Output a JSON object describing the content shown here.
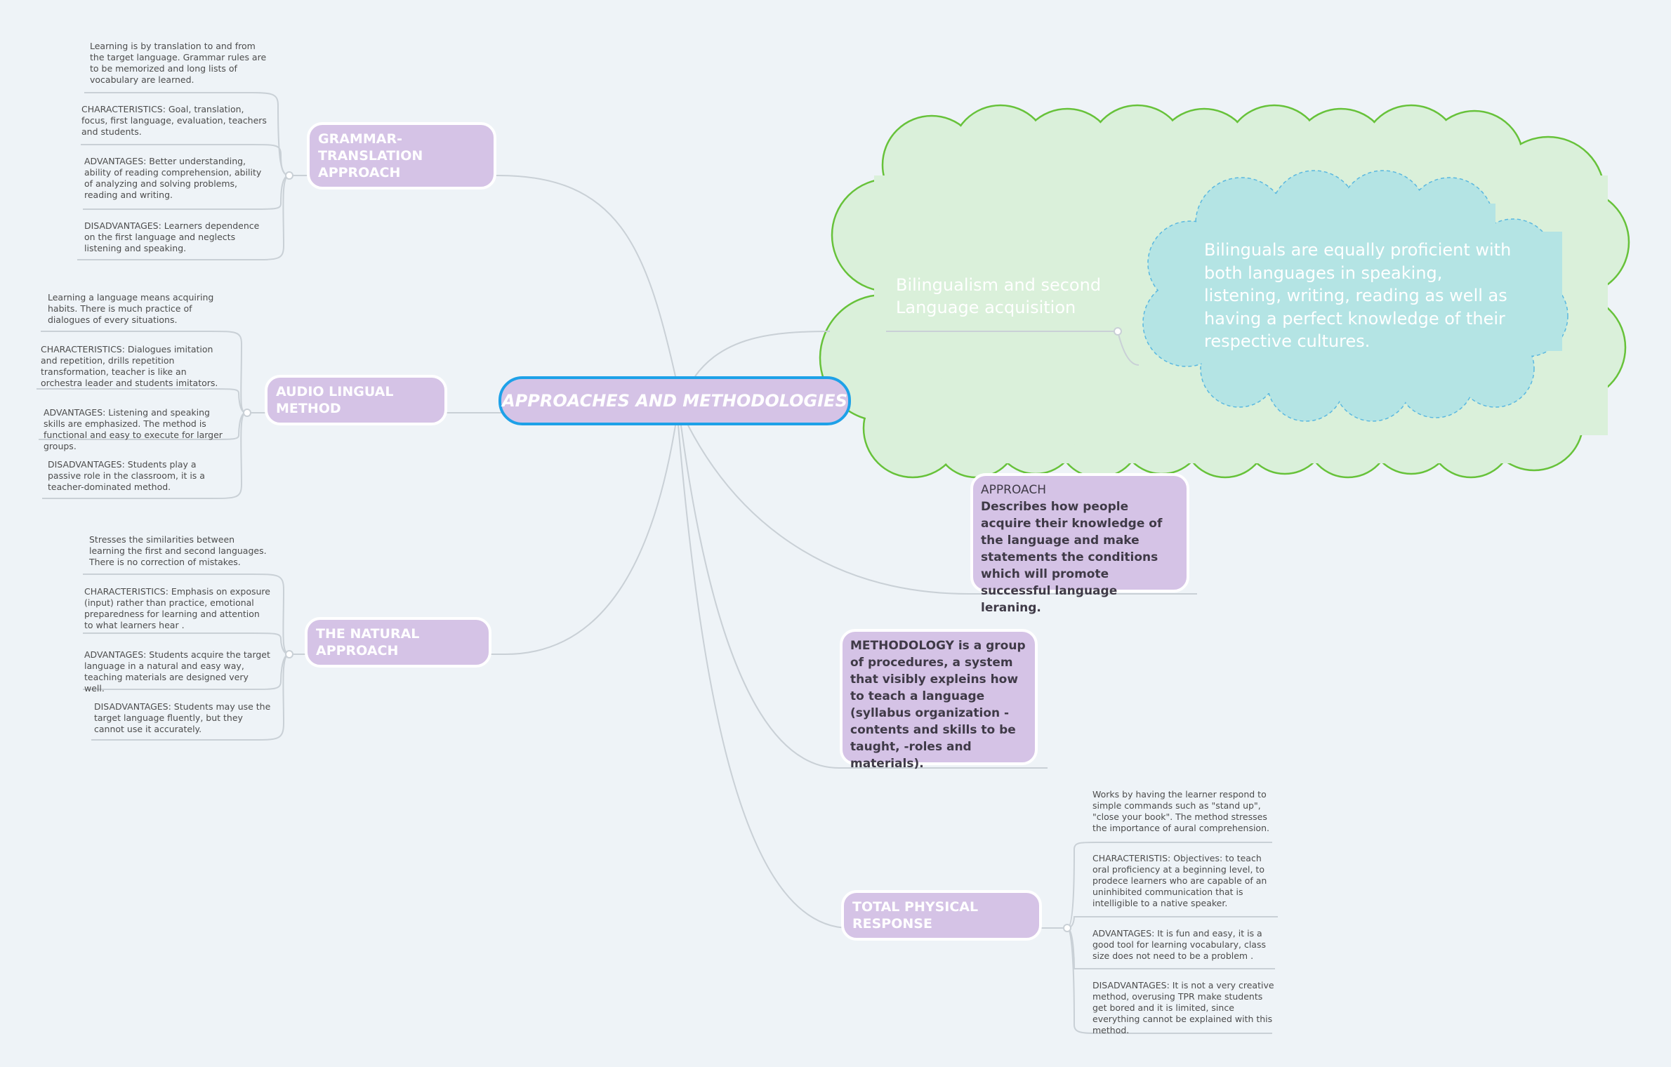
{
  "central": {
    "label": "APPROACHES AND METHODOLOGIES"
  },
  "branches": [
    {
      "label": "GRAMMAR- TRANSLATION APPROACH",
      "details": [
        "Learning is by translation to and from the target language. Grammar rules are to be memorized and long lists of vocabulary are learned.",
        "CHARACTERISTICS: Goal, translation, focus, first language, evaluation, teachers and students.",
        "ADVANTAGES: Better understanding, ability of reading comprehension, ability of analyzing and solving problems, reading and writing.",
        "DISADVANTAGES: Learners dependence on the first language and neglects listening and speaking."
      ]
    },
    {
      "label": "AUDIO LINGUAL METHOD",
      "details": [
        "Learning a language means acquiring habits. There is much practice of dialogues of every situations.",
        "CHARACTERISTICS: Dialogues imitation and repetition, drills repetition transformation, teacher is like an orchestra leader and students imitators.",
        "ADVANTAGES: Listening and speaking skills are emphasized. The method is functional and easy to execute for larger groups.",
        "DISADVANTAGES: Students play a passive role in the classroom, it is a teacher-dominated method."
      ]
    },
    {
      "label": "THE NATURAL APPROACH",
      "details": [
        "Stresses the similarities between learning the first and second languages. There is no correction of mistakes.",
        "CHARACTERISTICS: Emphasis on exposure (input) rather than practice, emotional preparedness for learning and attention to what learners hear .",
        "ADVANTAGES: Students acquire the target language in a natural and easy way, teaching materials are designed very well.",
        "DISADVANTAGES: Students may use the target language fluently, but they cannot use it accurately."
      ]
    },
    {
      "label": "TOTAL PHYSICAL RESPONSE",
      "details": [
        "Works by having the learner respond to simple commands such as \"stand up\", \"close your book\". The method stresses the importance of aural comprehension.",
        "CHARACTERISTIS: Objectives: to teach oral proficiency at a beginning level, to prodece learners who are capable of an uninhibited communication that is intelligible to a native speaker.",
        "ADVANTAGES: It is fun and easy, it is a good tool for learning vocabulary, class size does not need to be a problem .",
        "DISADVANTAGES: It is not a very creative method, overusing TPR make students get bored and it is limited, since everything cannot be explained with this method."
      ]
    }
  ],
  "approach_box": {
    "title": "APPROACH",
    "body": "Describes how people acquire their knowledge of the language and make statements the conditions which will promote successful language leraning."
  },
  "methodology_box": {
    "body": "METHODOLOGY  is a group of procedures, a system that visibly expleins how to teach a language (syllabus organization -contents and skills to be taught, -roles and materials)."
  },
  "bilingualism": {
    "label": "Bilingualism and second Language acquisition",
    "detail": "Bilinguals are equally proficient with both languages in speaking, listening, writing, reading as well as having a perfect knowledge of their respective cultures."
  },
  "colors": {
    "background": "#eef3f7",
    "node_fill": "#d5c3e6",
    "central_border": "#1ea1e8",
    "connector": "#c9d0d6",
    "outer_cloud_fill": "#daf0da",
    "outer_cloud_stroke": "#67c23a",
    "inner_cloud_fill": "#b4e4e4",
    "inner_cloud_stroke": "#5ab8e0"
  }
}
